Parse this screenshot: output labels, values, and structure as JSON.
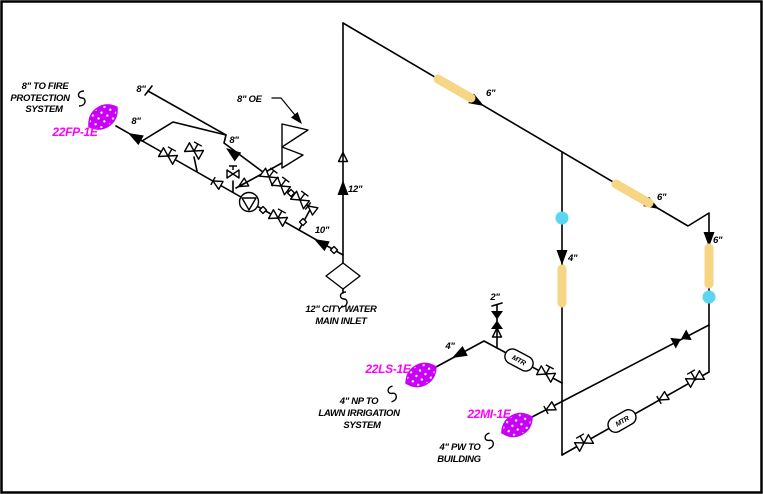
{
  "diagram_title": "water distribution piping isometric",
  "colors": {
    "line": "#000000",
    "tag_magenta": "#FF00FF",
    "connector_fill": "#C800F7",
    "highlight_yellow": "#F6D584",
    "node_cyan": "#5BD6F2",
    "background": "#FFFFFF"
  },
  "labels": {
    "fp_caption_1": "8\" TO FIRE",
    "fp_caption_2": "PROTECTION",
    "fp_caption_3": "SYSTEM",
    "fp_tag": "22FP-1E",
    "fp_main_size": "8\"",
    "fp_header_size": "8\"",
    "fp_rail_size": "8\"",
    "fp_oe": "8\" OE",
    "pump_suction_size": "10\"",
    "riser_size": "12\"",
    "city_water_caption_1": "12\" CITY WATER",
    "city_water_caption_2": "MAIN INLET",
    "dist_size_a": "6\"",
    "dist_size_b": "6\"",
    "dist_size_c": "6\"",
    "left_branch_size": "4\"",
    "lawn_size": "4\"",
    "relief_size": "2\"",
    "lawn_tag": "22LS-1E",
    "lawn_caption_1": "4\" NP TO",
    "lawn_caption_2": "LAWN IRRIGATION",
    "lawn_caption_3": "SYSTEM",
    "meter_1": "MTR",
    "building_tag": "22MI-1E",
    "building_caption_1": "4\" PW TO",
    "building_caption_2": "BUILDING",
    "meter_2": "MTR"
  }
}
